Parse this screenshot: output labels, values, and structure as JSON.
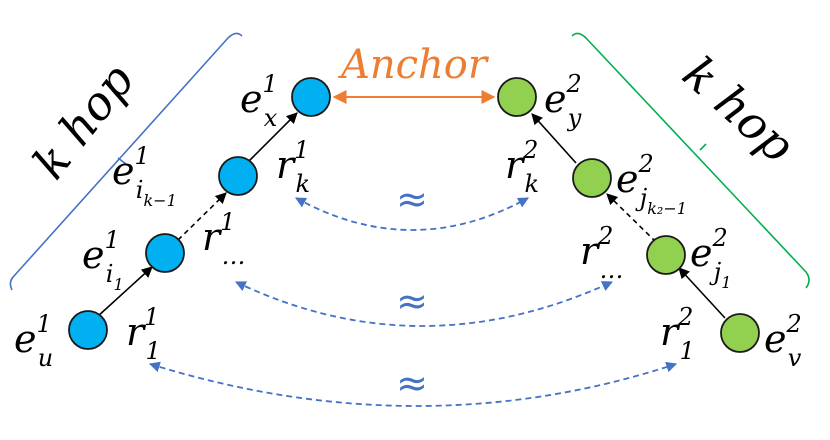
{
  "colors": {
    "kg1_node": "#00B0F0",
    "kg2_node": "#92D050",
    "anchor": "#ED7D31",
    "similar_link": "#4472C4",
    "bracket_left": "#4472C4",
    "bracket_right": "#00B050",
    "edge": "#000000"
  },
  "anchor_label": "Anchor",
  "approx_symbol": "≈",
  "hop_left": "k hop",
  "hop_right": "k hop",
  "left_chain": {
    "entities": [
      {
        "base": "e",
        "sup": "1",
        "sub": "u"
      },
      {
        "base": "e",
        "sup": "1",
        "sub": "i",
        "subsub": "1"
      },
      {
        "base": "e",
        "sup": "1",
        "sub": "i",
        "subsub": "k−1"
      },
      {
        "base": "e",
        "sup": "1",
        "sub": "x"
      }
    ],
    "relations": [
      {
        "base": "r",
        "sup": "1",
        "sub": "1"
      },
      {
        "base": "r",
        "sup": "1",
        "sub": "…"
      },
      {
        "base": "r",
        "sup": "1",
        "sub": "k"
      }
    ]
  },
  "right_chain": {
    "entities": [
      {
        "base": "e",
        "sup": "2",
        "sub": "v"
      },
      {
        "base": "e",
        "sup": "2",
        "sub": "j",
        "subsub": "1"
      },
      {
        "base": "e",
        "sup": "2",
        "sub": "j",
        "subsub": "k₂−1"
      },
      {
        "base": "e",
        "sup": "2",
        "sub": "y"
      }
    ],
    "relations": [
      {
        "base": "r",
        "sup": "2",
        "sub": "1"
      },
      {
        "base": "r",
        "sup": "2",
        "sub": "…"
      },
      {
        "base": "r",
        "sup": "2",
        "sub": "k"
      }
    ]
  }
}
